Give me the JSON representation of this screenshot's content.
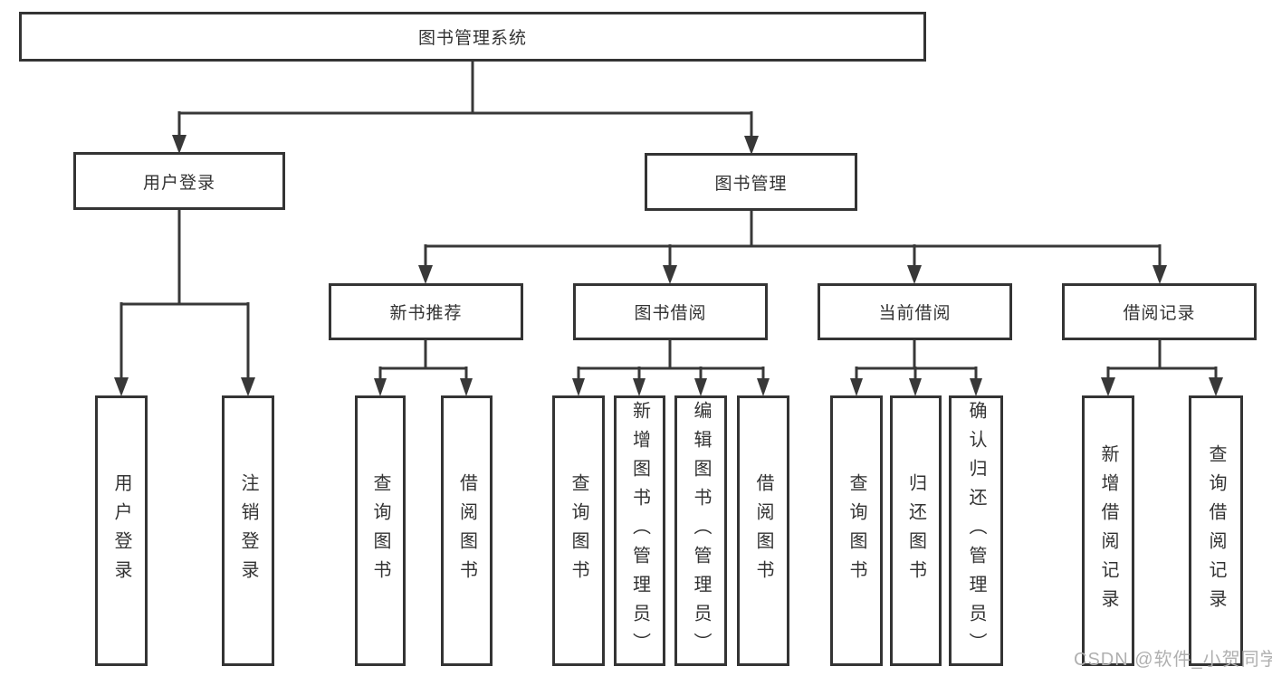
{
  "tree": {
    "root": {
      "label": "图书管理系统"
    },
    "branches": [
      {
        "label": "用户登录",
        "children": [
          {
            "label": "用户登录"
          },
          {
            "label": "注销登录"
          }
        ]
      },
      {
        "label": "图书管理",
        "children": [
          {
            "label": "新书推荐",
            "children": [
              {
                "label": "查询图书"
              },
              {
                "label": "借阅图书"
              }
            ]
          },
          {
            "label": "图书借阅",
            "children": [
              {
                "label": "查询图书"
              },
              {
                "label": "新增图书（管理员）"
              },
              {
                "label": "编辑图书（管理员）"
              },
              {
                "label": "借阅图书"
              }
            ]
          },
          {
            "label": "当前借阅",
            "children": [
              {
                "label": "查询图书"
              },
              {
                "label": "归还图书"
              },
              {
                "label": "确认归还（管理员）"
              }
            ]
          },
          {
            "label": "借阅记录",
            "children": [
              {
                "label": "新增借阅记录"
              },
              {
                "label": "查询借阅记录"
              }
            ]
          }
        ]
      }
    ]
  },
  "watermark": {
    "text": "CSDN @软件_小贺同学"
  },
  "colors": {
    "line": "#383838",
    "box_border": "#343434",
    "text": "#333333",
    "watermark": "#b0b0b0",
    "background": "#ffffff"
  }
}
